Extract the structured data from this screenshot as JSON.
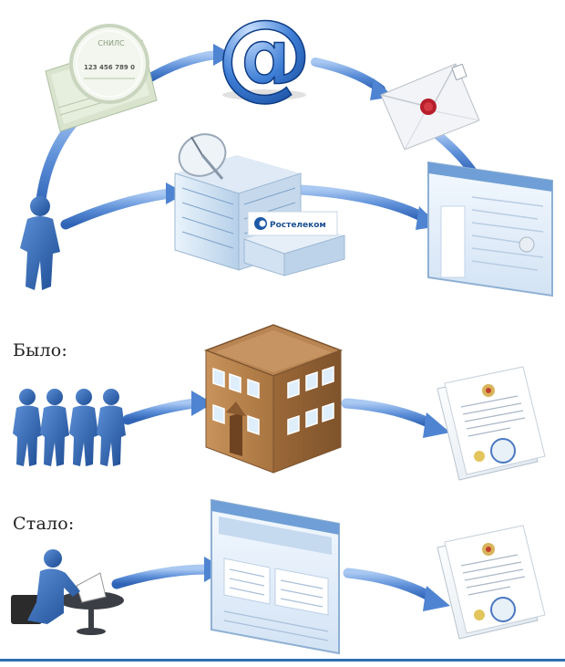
{
  "colors": {
    "arrow": "#5d8fd8",
    "arrow_dark": "#2f63b5",
    "person": "#2c5ea8",
    "building_brick": "#b98552",
    "office_glass": "#9fc3e6",
    "accent_line": "#2e6fb0"
  },
  "top_section": {
    "card_number": "123 456 789 0",
    "card_label": "СНИЛС",
    "email_symbol": "@",
    "provider_logo_text": "Ростелеком",
    "icons": [
      "person-icon",
      "snils-card-icon",
      "email-at-icon",
      "sealed-envelope-icon",
      "satellite-building-icon",
      "web-portal-icon"
    ]
  },
  "middle_section": {
    "label": "Было:",
    "icons": [
      "crowd-icon",
      "brick-building-icon",
      "certificate-document-icon"
    ]
  },
  "bottom_section": {
    "label": "Стало:",
    "icons": [
      "person-at-computer-icon",
      "web-portal-icon",
      "certificate-document-icon"
    ]
  }
}
